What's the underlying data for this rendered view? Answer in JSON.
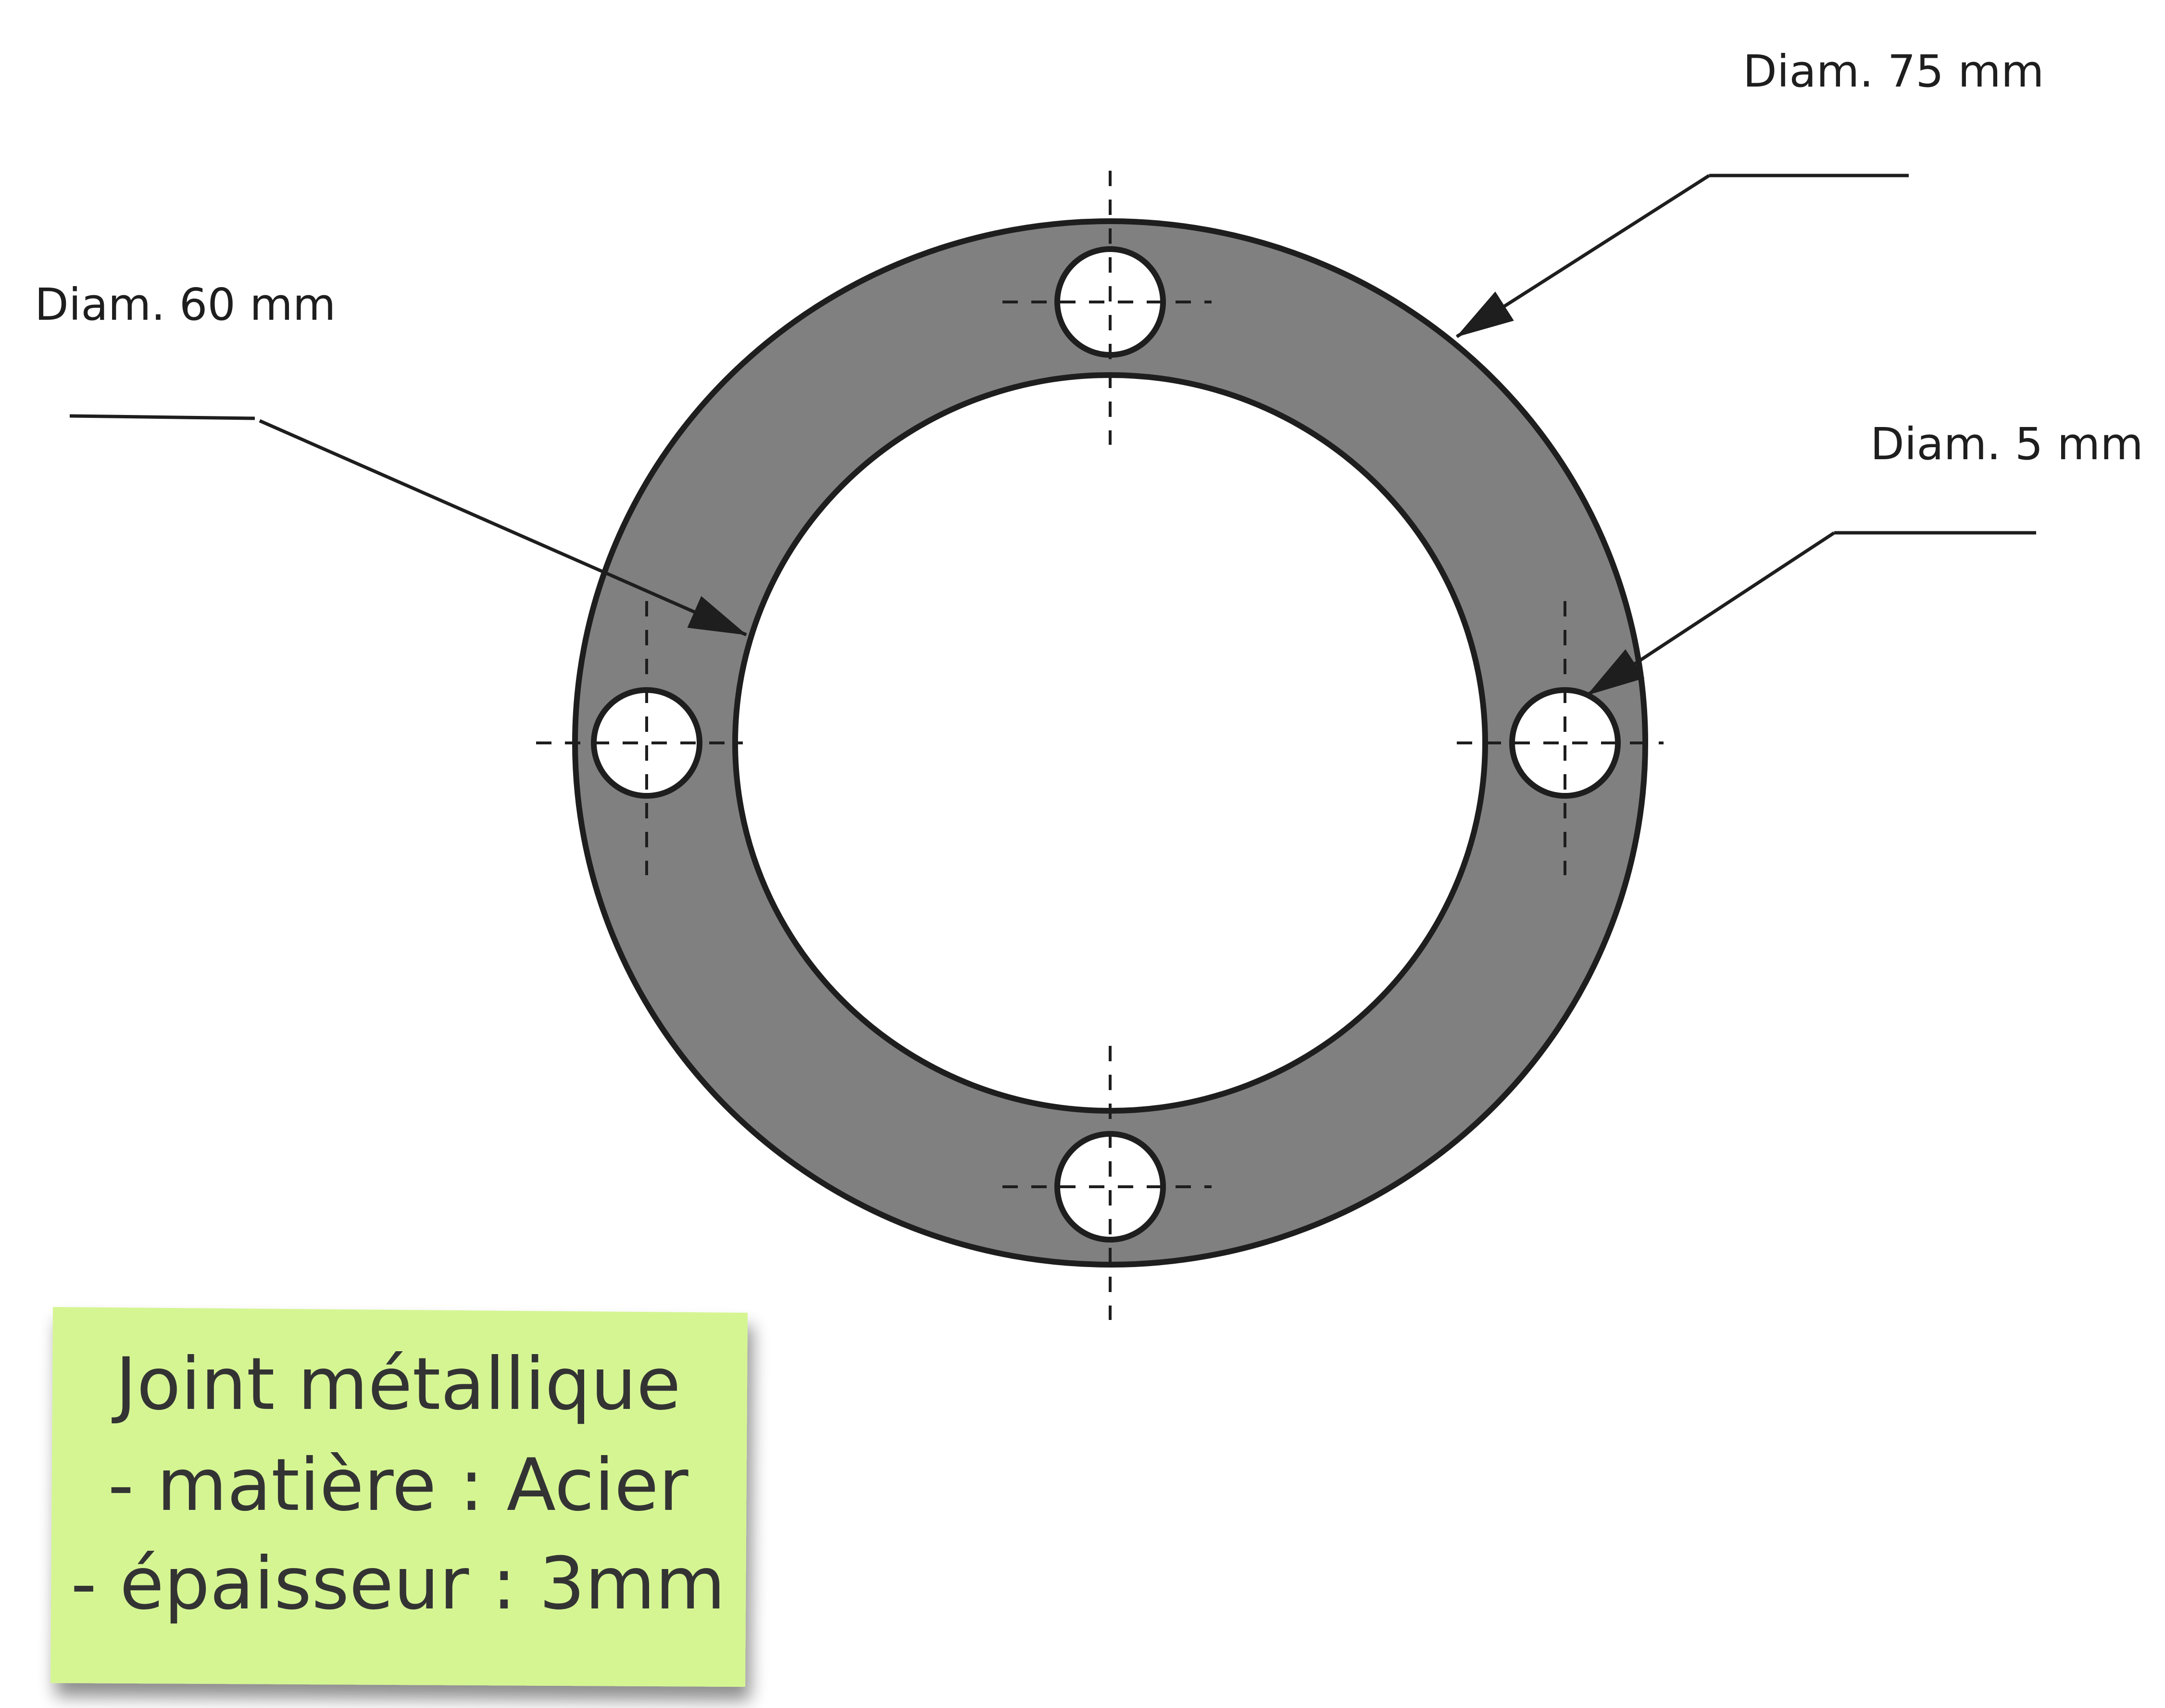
{
  "colors": {
    "gasket_fill": "#808080",
    "outline": "#1e1e1e",
    "background": "#ffffff",
    "note_fill": "#d5f593",
    "note_text": "#333333"
  },
  "dimensions": {
    "outer": "Diam. 75 mm",
    "inner": "Diam. 60 mm",
    "hole": "Diam. 5 mm"
  },
  "note": {
    "title": "Joint métallique",
    "material": "- matière : Acier",
    "thickness": "- épaisseur : 3mm"
  }
}
